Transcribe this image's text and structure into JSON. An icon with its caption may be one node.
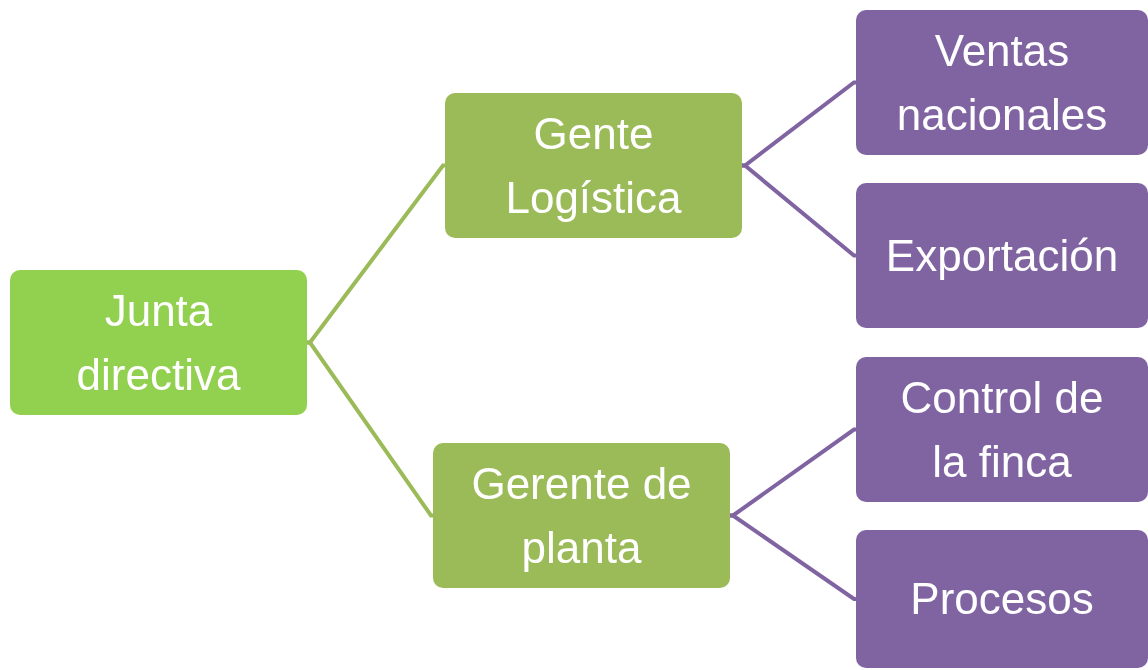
{
  "diagram": {
    "nodes": [
      {
        "text": [
          "Junta directiva"
        ]
      },
      {
        "text": [
          "Gente Logística"
        ]
      },
      {
        "text": [
          "Gerente de planta"
        ]
      },
      {
        "text": [
          "Ventas nacionales"
        ]
      },
      {
        "text": [
          "Exportación"
        ]
      },
      {
        "text": [
          "Control de la finca"
        ]
      },
      {
        "text": [
          "Procesos"
        ]
      }
    ],
    "edges": [
      {
        "from": 0,
        "to": 1,
        "arrow": "none"
      },
      {
        "from": 0,
        "to": 2,
        "arrow": "none"
      },
      {
        "from": 1,
        "to": 3,
        "arrow": "none",
        "color": "#8064a2"
      },
      {
        "from": 1,
        "to": 4,
        "arrow": "none",
        "color": "#8064a2"
      },
      {
        "from": 2,
        "to": 5,
        "arrow": "none",
        "color": "#8064a2"
      },
      {
        "from": 2,
        "to": 6,
        "arrow": "none",
        "color": "#8064a2"
      }
    ]
  }
}
